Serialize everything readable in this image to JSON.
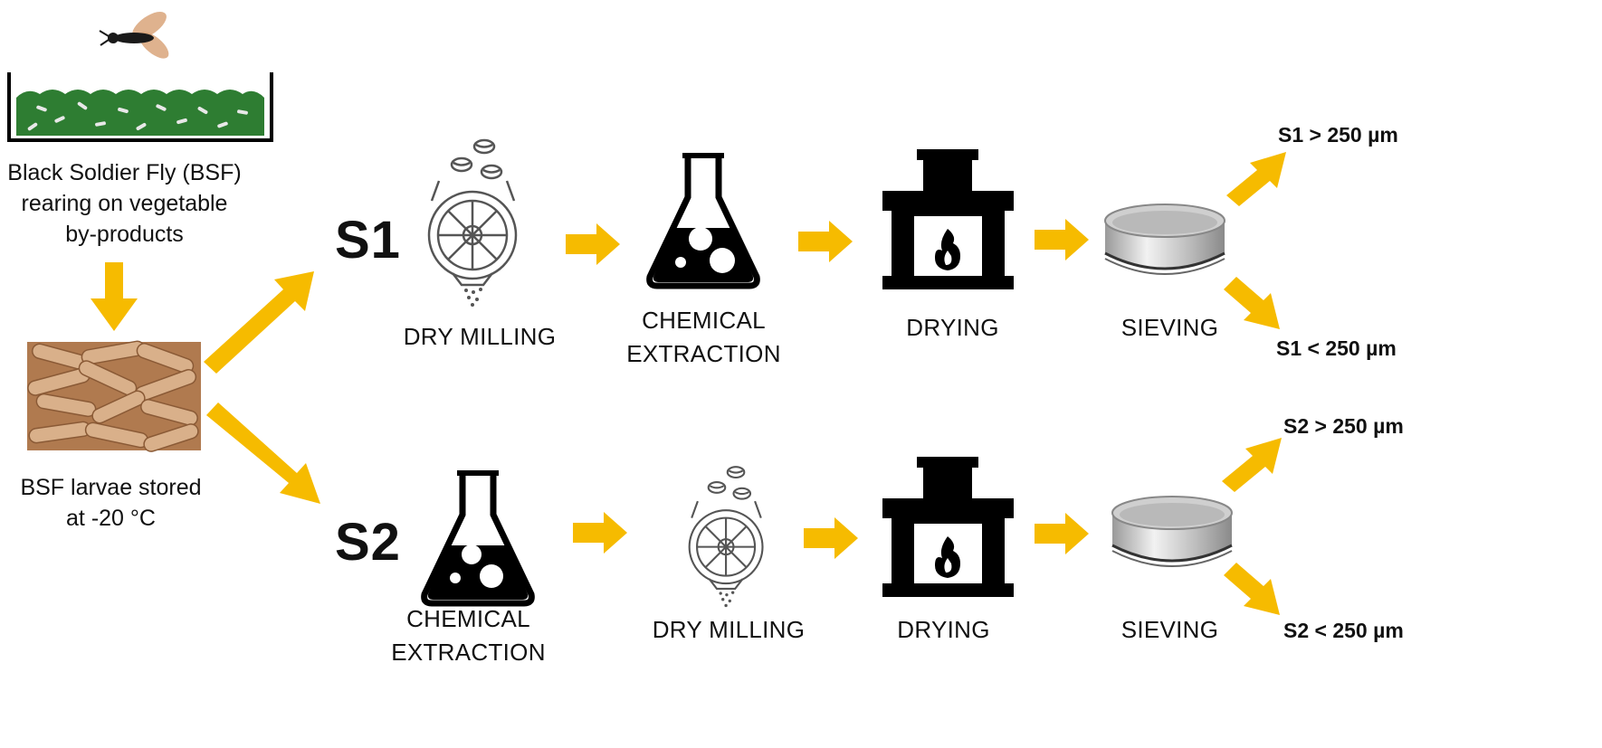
{
  "source": {
    "rearing_caption": [
      "Black Soldier Fly (BSF)",
      "rearing on vegetable",
      "by-products"
    ],
    "storage_caption": [
      "BSF larvae stored",
      "at -20 °C"
    ]
  },
  "streams": [
    {
      "id": "S1",
      "steps": [
        {
          "kind": "mill",
          "label": [
            "DRY MILLING"
          ]
        },
        {
          "kind": "flask",
          "label": [
            "CHEMICAL",
            "EXTRACTION"
          ]
        },
        {
          "kind": "fireplace",
          "label": [
            "DRYING"
          ]
        },
        {
          "kind": "sieve",
          "label": [
            "SIEVING"
          ]
        }
      ],
      "outcomes": [
        "S1 > 250 µm",
        "S1 < 250 µm"
      ]
    },
    {
      "id": "S2",
      "steps": [
        {
          "kind": "flask",
          "label": [
            "CHEMICAL",
            "EXTRACTION"
          ]
        },
        {
          "kind": "mill",
          "label": [
            "DRY MILLING"
          ]
        },
        {
          "kind": "fireplace",
          "label": [
            "DRYING"
          ]
        },
        {
          "kind": "sieve",
          "label": [
            "SIEVING"
          ]
        }
      ],
      "outcomes": [
        "S2 > 250 µm",
        "S2 < 250 µm"
      ]
    }
  ],
  "colors": {
    "arrow": "#f6bb00",
    "icon": "#000000",
    "substrate": "#2e7d32",
    "larvae": "#c79a6e"
  }
}
